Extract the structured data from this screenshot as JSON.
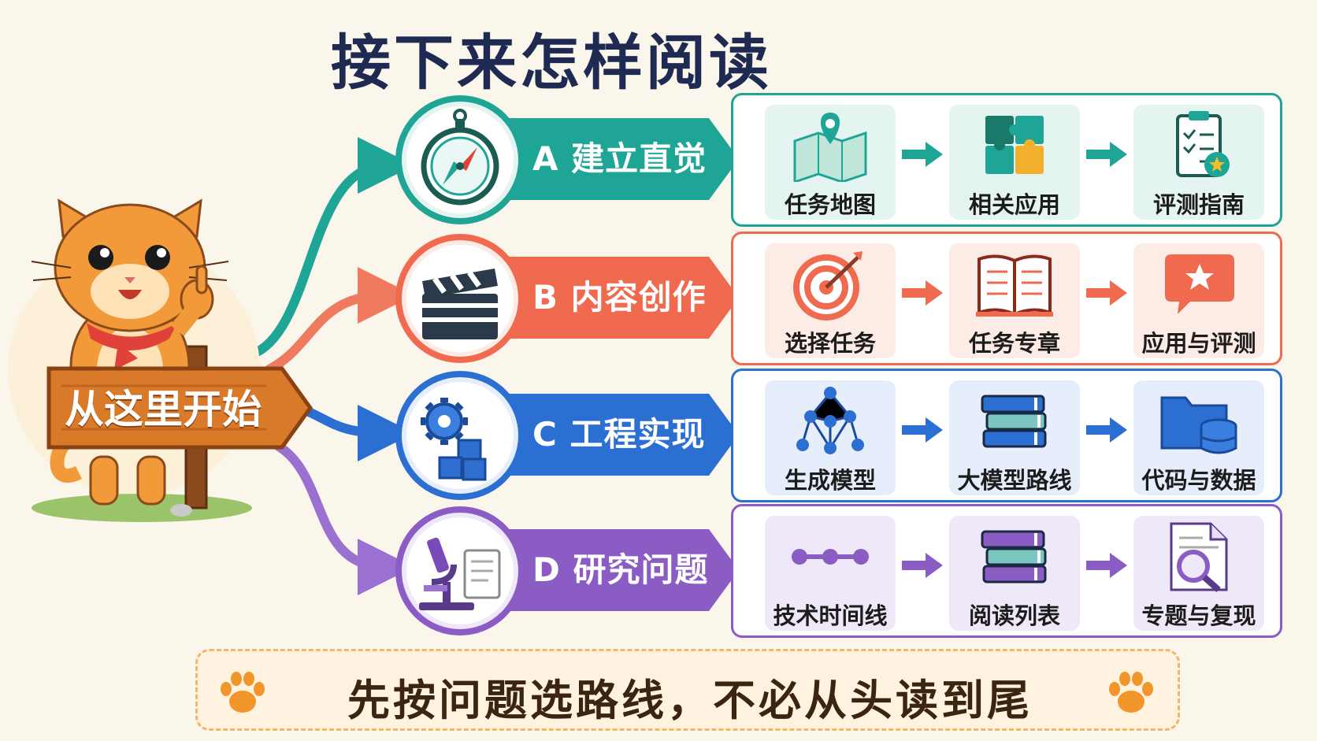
{
  "title": "接下来怎样阅读",
  "start_label": "从这里开始",
  "footer_text": "先按问题选路线，不必从头读到尾",
  "rows": [
    {
      "label": "A 建立直觉",
      "color": "#1fa596",
      "tint": "#e4f4f1",
      "icon": "compass-icon",
      "steps": [
        {
          "label": "任务地图",
          "icon": "map-pin-icon"
        },
        {
          "label": "相关应用",
          "icon": "puzzle-icon"
        },
        {
          "label": "评测指南",
          "icon": "clipboard-star-icon"
        }
      ]
    },
    {
      "label": "B 内容创作",
      "color": "#ef6a4f",
      "tint": "#fdebe5",
      "icon": "clapperboard-icon",
      "steps": [
        {
          "label": "选择任务",
          "icon": "target-icon"
        },
        {
          "label": "任务专章",
          "icon": "open-book-icon"
        },
        {
          "label": "应用与评测",
          "icon": "star-bubble-icon"
        }
      ]
    },
    {
      "label": "C 工程实现",
      "color": "#2c6fd3",
      "tint": "#e6eefb",
      "icon": "gear-cubes-icon",
      "steps": [
        {
          "label": "生成模型",
          "icon": "network-icon"
        },
        {
          "label": "大模型路线",
          "icon": "book-stack-icon"
        },
        {
          "label": "代码与数据",
          "icon": "folder-database-icon"
        }
      ]
    },
    {
      "label": "D 研究问题",
      "color": "#8a5cc4",
      "tint": "#efe8f8",
      "icon": "microscope-icon",
      "steps": [
        {
          "label": "技术时间线",
          "icon": "timeline-icon"
        },
        {
          "label": "阅读列表",
          "icon": "book-stack-icon"
        },
        {
          "label": "专题与复现",
          "icon": "document-search-icon"
        }
      ]
    }
  ]
}
